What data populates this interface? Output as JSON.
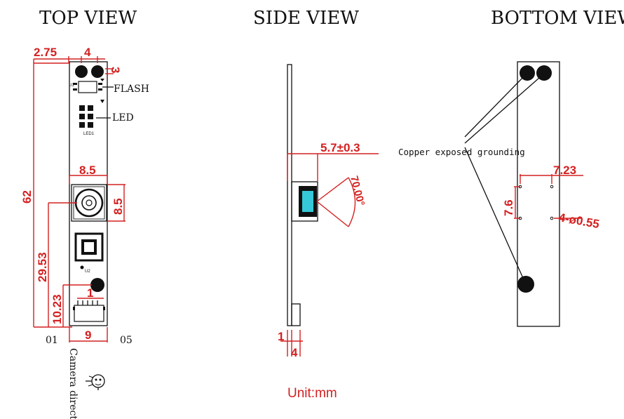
{
  "views": {
    "top": "TOP VIEW",
    "side": "SIDE VIEW",
    "bottom": "BOTTOM VIEW"
  },
  "top_view": {
    "dim_hole_offset": "2.75",
    "dim_hole_spacing": "4",
    "dim_hole_right": "3",
    "dim_total_length": "62",
    "dim_lens_width": "8.5",
    "dim_lens_height": "8.5",
    "dim_lens_position": "29.53",
    "dim_hole_position": "10.23",
    "dim_connector_small": "1",
    "dim_board_width": "9",
    "label_flash": "FLASH",
    "label_led": "LED",
    "pin_first": "01",
    "pin_last": "05",
    "camera_direction": "Camera direction",
    "silk_u1": "U1",
    "silk_u2": "U2",
    "silk_led": "LED1"
  },
  "side_view": {
    "dim_lens_height": "5.7±0.3",
    "dim_fov": "70.00°",
    "dim_board_thickness": "1",
    "dim_connector_height": "4"
  },
  "bottom_view": {
    "label_grounding": "Copper exposed grounding",
    "dim_hole_spacing_x": "7.23",
    "dim_hole_spacing_y": "7.6",
    "dim_hole_diameter": "4-ø0.55"
  },
  "unit": "Unit:mm",
  "colors": {
    "dimension": "#d42020",
    "line": "#111111",
    "lens_highlight": "#35c8d8"
  }
}
